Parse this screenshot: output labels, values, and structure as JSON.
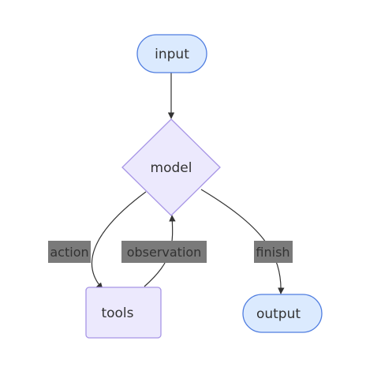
{
  "nodes": {
    "input": {
      "label": "input"
    },
    "model": {
      "label": "model"
    },
    "tools": {
      "label": "tools"
    },
    "output": {
      "label": "output"
    }
  },
  "edges": {
    "action": {
      "label": "action"
    },
    "observation": {
      "label": "observation"
    },
    "finish": {
      "label": "finish"
    }
  },
  "colors": {
    "terminal_fill": "#dbeafe",
    "terminal_stroke": "#4f7de0",
    "node_fill": "#ece9fd",
    "node_stroke": "#a795e6",
    "edge_stroke": "#333333",
    "edge_label_bg": "#7a7a7a"
  }
}
